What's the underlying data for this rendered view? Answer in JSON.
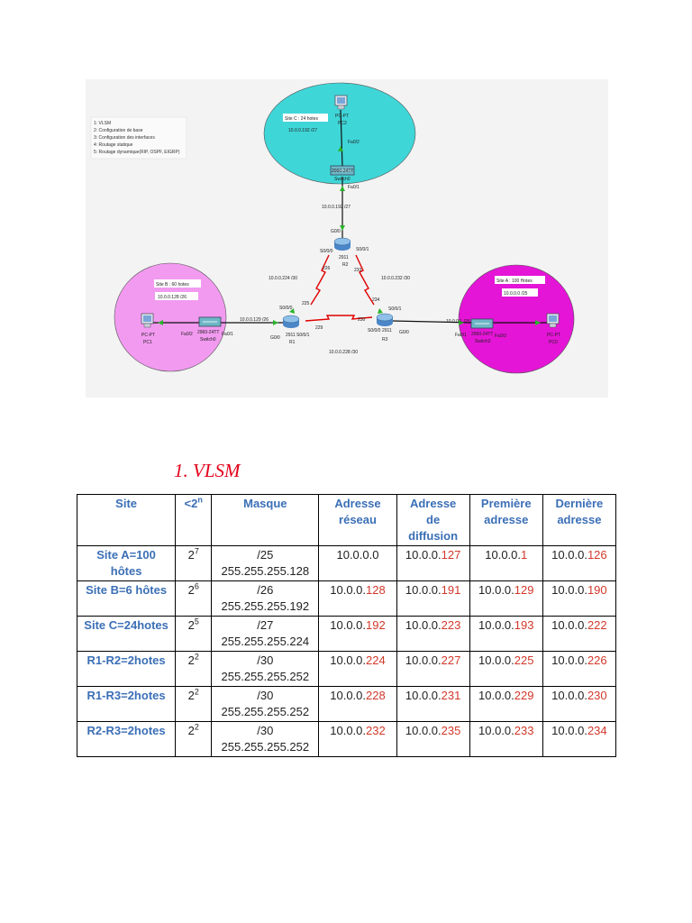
{
  "diagram": {
    "legend": [
      "1: VLSM",
      "2: Configuration de base",
      "3: Configuration des interfaces",
      "4: Routage statique",
      "5: Routage dynamique(RIP, OSPF, EIGRP)"
    ],
    "site_c": {
      "label": "Site C : 24 hotes",
      "network": "10.0.0.192 /27",
      "pc_label": "PC-PT",
      "pc_name": "PC2",
      "switch_model": "2960-24TT",
      "switch_name": "Switch0",
      "port_pc": "Fa0/2",
      "port_up": "Fa0/1",
      "link_net": "10.0.0.192 /27"
    },
    "site_b": {
      "label": "Site B : 60 hotes",
      "network": "10.0.0.128 /26",
      "pc_label": "PC-PT",
      "pc_name": "PC1",
      "switch_model": "2960-24TT",
      "switch_name": "Switch0",
      "port_pc": "Fa0/2",
      "port_up": "Fa0/1",
      "link_net": "10.0.0.129 /26"
    },
    "site_a": {
      "label": "Site A : 100 Hotes",
      "network": "10.0.0.0 /25",
      "pc_label": "PC-PT",
      "pc_name": "PC0",
      "switch_model": "2960-24TT",
      "switch_name": "Switch2",
      "port_sw": "Fa0/1",
      "port_pc": "Fa0/3",
      "link_net": "10.0.0.1 /25"
    },
    "r2": {
      "model": "2911",
      "name": "R2",
      "g00": "G0/0",
      "s000": "S0/0/0",
      "s001": "S0/0/1",
      "ip_left": "226",
      "ip_right": "233"
    },
    "r1": {
      "model": "2911",
      "name": "R1",
      "s000": "S0/0/0",
      "s001": "S0/0/1",
      "g00": "G0/0",
      "ip_up": "225",
      "ip_right": "229"
    },
    "r3": {
      "model": "2911",
      "name": "R3",
      "s001": "S0/0/1",
      "s000": "S0/0/0",
      "g00": "G0/0",
      "ip_up": "234",
      "ip_left": "230"
    },
    "links": {
      "r1_r2": "10.0.0.224 /30",
      "r2_r3": "10.0.0.232 /30",
      "r1_r3": "10.0.0.228 /30"
    }
  },
  "section_title": "1. VLSM",
  "table": {
    "headers": {
      "site": "Site",
      "power_base": "<2",
      "power_exp": "n",
      "masque": "Masque",
      "reseau_1": "Adresse",
      "reseau_2": "réseau",
      "diffusion_1": "Adresse",
      "diffusion_2": "de",
      "diffusion_3": "diffusion",
      "premiere_1": "Première",
      "premiere_2": "adresse",
      "derniere_1": "Dernière",
      "derniere_2": "adresse"
    },
    "rows": [
      {
        "site_1": "Site A=100",
        "site_2": "hôtes",
        "pow_base": "2",
        "pow_exp": "7",
        "prefix": "/25",
        "mask": "255.255.255.128",
        "net_a": "10.0.0.0",
        "net_b": "",
        "bc_a": "10.0.0.",
        "bc_b": "127",
        "first_a": "10.0.0.",
        "first_b": "1",
        "last_a": "10.0.0.",
        "last_b": "126"
      },
      {
        "site_1": "Site B=6 hôtes",
        "site_2": "",
        "pow_base": "2",
        "pow_exp": "6",
        "prefix": "/26",
        "mask": "255.255.255.192",
        "net_a": "10.0.0.",
        "net_b": "128",
        "bc_a": "10.0.0.",
        "bc_b": "191",
        "first_a": "10.0.0.",
        "first_b": "129",
        "last_a": "10.0.0.",
        "last_b": "190"
      },
      {
        "site_1": "Site C=24hotes",
        "site_2": "",
        "pow_base": "2",
        "pow_exp": "5",
        "prefix": "/27",
        "mask": "255.255.255.224",
        "net_a": "10.0.0.",
        "net_b": "192",
        "bc_a": "10.0.0.",
        "bc_b": "223",
        "first_a": "10.0.0.",
        "first_b": "193",
        "last_a": "10.0.0.",
        "last_b": "222"
      },
      {
        "site_1": "R1-R2=2hotes",
        "site_2": "",
        "pow_base": "2",
        "pow_exp": "2",
        "prefix": "/30",
        "mask": "255.255.255.252",
        "net_a": "10.0.0.",
        "net_b": "224",
        "bc_a": "10.0.0.",
        "bc_b": "227",
        "first_a": "10.0.0.",
        "first_b": "225",
        "last_a": "10.0.0.",
        "last_b": "226"
      },
      {
        "site_1": "R1-R3=2hotes",
        "site_2": "",
        "pow_base": "2",
        "pow_exp": "2",
        "prefix": "/30",
        "mask": "255.255.255.252",
        "net_a": "10.0.0.",
        "net_b": "228",
        "bc_a": "10.0.0.",
        "bc_b": "231",
        "first_a": "10.0.0.",
        "first_b": "229",
        "last_a": "10.0.0.",
        "last_b": "230"
      },
      {
        "site_1": "R2-R3=2hotes",
        "site_2": "",
        "pow_base": "2",
        "pow_exp": "2",
        "prefix": "/30",
        "mask": "255.255.255.252",
        "net_a": "10.0.0.",
        "net_b": "232",
        "bc_a": "10.0.0.",
        "bc_b": "235",
        "first_a": "10.0.0.",
        "first_b": "233",
        "last_a": "10.0.0.",
        "last_b": "234"
      }
    ]
  },
  "colors": {
    "site_c_fill": "#3fd6d8",
    "site_b_fill": "#f29af0",
    "site_a_fill": "#e415d6",
    "heading": "#e3001b",
    "header_blue": "#3b6fb6",
    "highlight": "#d2382a"
  }
}
